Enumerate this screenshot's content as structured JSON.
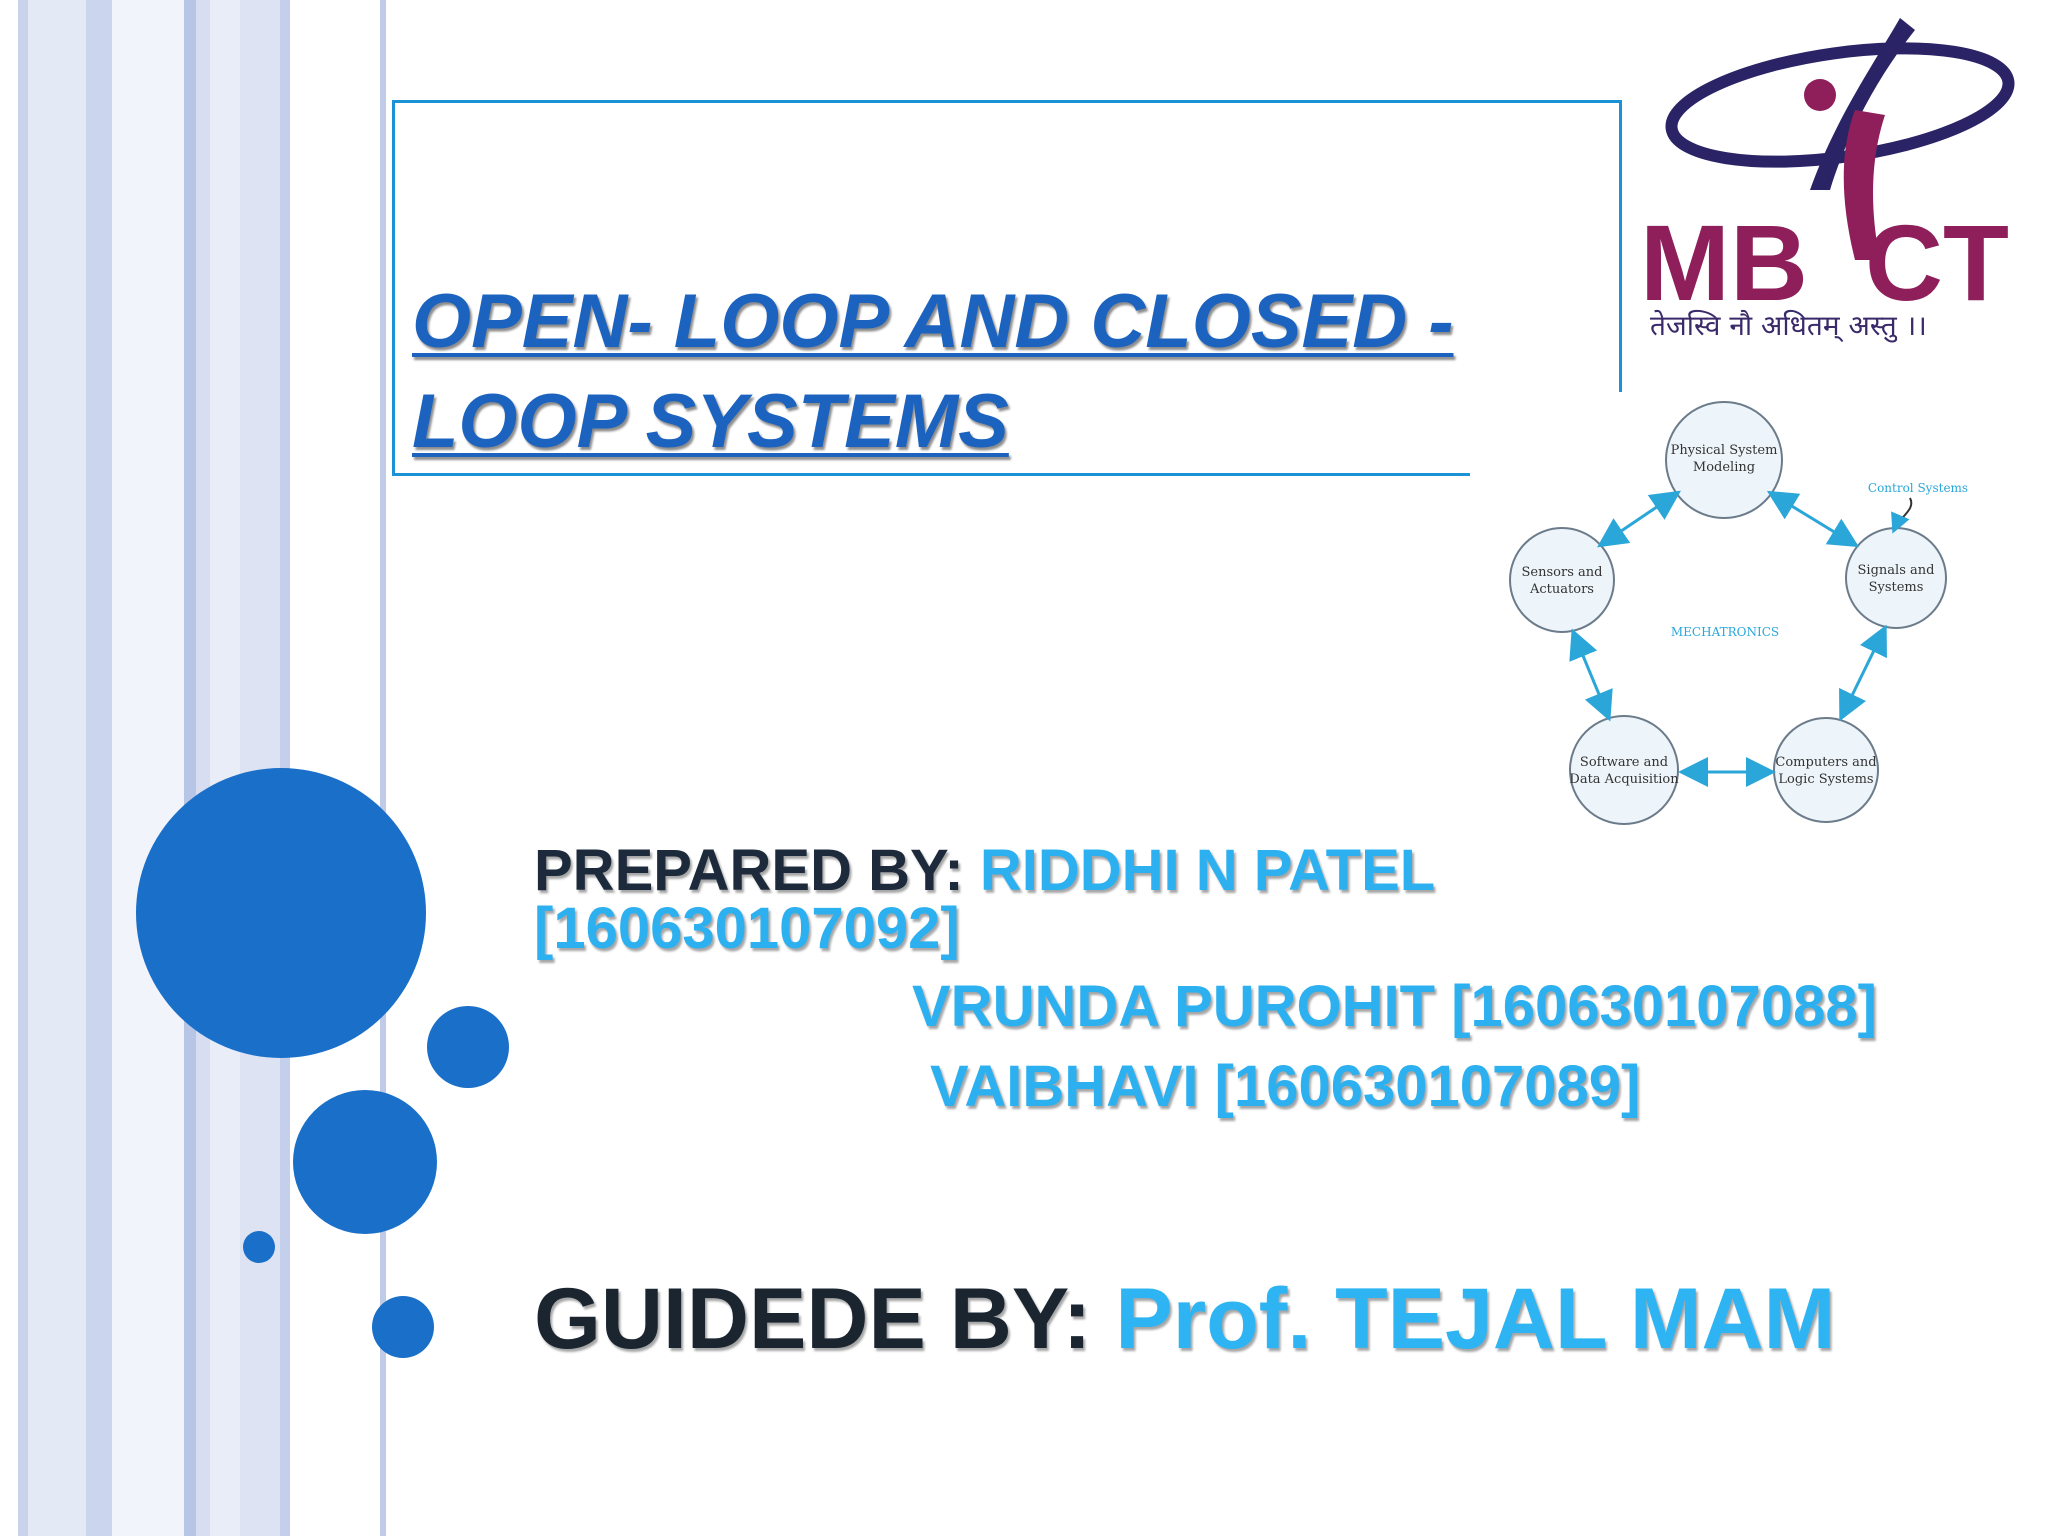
{
  "slide": {
    "title": "OPEN- LOOP AND CLOSED - LOOP SYSTEMS",
    "logo": {
      "text": "MBICT",
      "tagline": "तेजस्वि नौ अधितम् अस्तु ।।"
    },
    "diagram": {
      "center_label": "MECHATRONICS",
      "annotation": "Control Systems",
      "nodes": [
        "Physical System Modeling",
        "Signals and Systems",
        "Computers and Logic Systems",
        "Software and Data Acquisition",
        "Sensors and Actuators"
      ]
    },
    "prepared_by": {
      "label": "PREPARED BY:",
      "members": [
        "RIDDHI N PATEL",
        "[160630107092]",
        "VRUNDA PUROHIT [160630107088]",
        "VAIBHAVI [160630107089]"
      ]
    },
    "guided_by": {
      "label": "GUIDEDE BY:",
      "name": "Prof. TEJAL MAM"
    },
    "colors": {
      "accent_blue": "#1a6fc8",
      "light_blue_text": "#2db0ef",
      "title_blue": "#1c63c0",
      "logo_maroon": "#8e1f5a",
      "logo_navy": "#2a2466"
    }
  }
}
